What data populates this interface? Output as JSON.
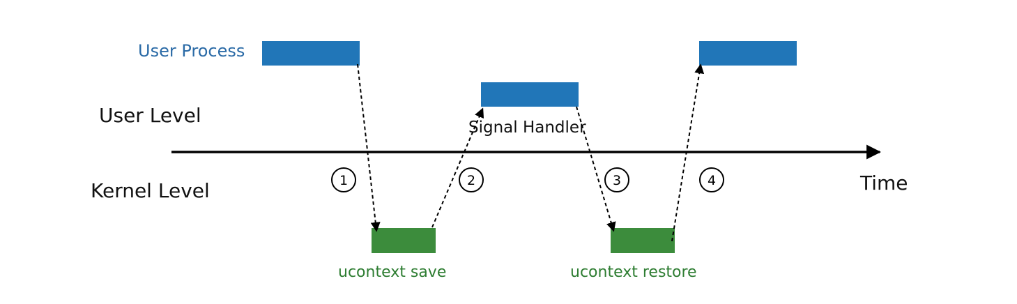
{
  "labels": {
    "user_process": "User Process",
    "user_level": "User Level",
    "kernel_level": "Kernel Level",
    "time": "Time",
    "signal_handler": "Signal Handler",
    "ucontext_save": "ucontext save",
    "ucontext_restore": "ucontext restore"
  },
  "steps": [
    "1",
    "2",
    "3",
    "4"
  ],
  "colors": {
    "user_block": "#2176b8",
    "kernel_block": "#3c8c3c",
    "blue_text": "#2a6aa6",
    "green_text": "#2e7d32",
    "black": "#000000"
  }
}
